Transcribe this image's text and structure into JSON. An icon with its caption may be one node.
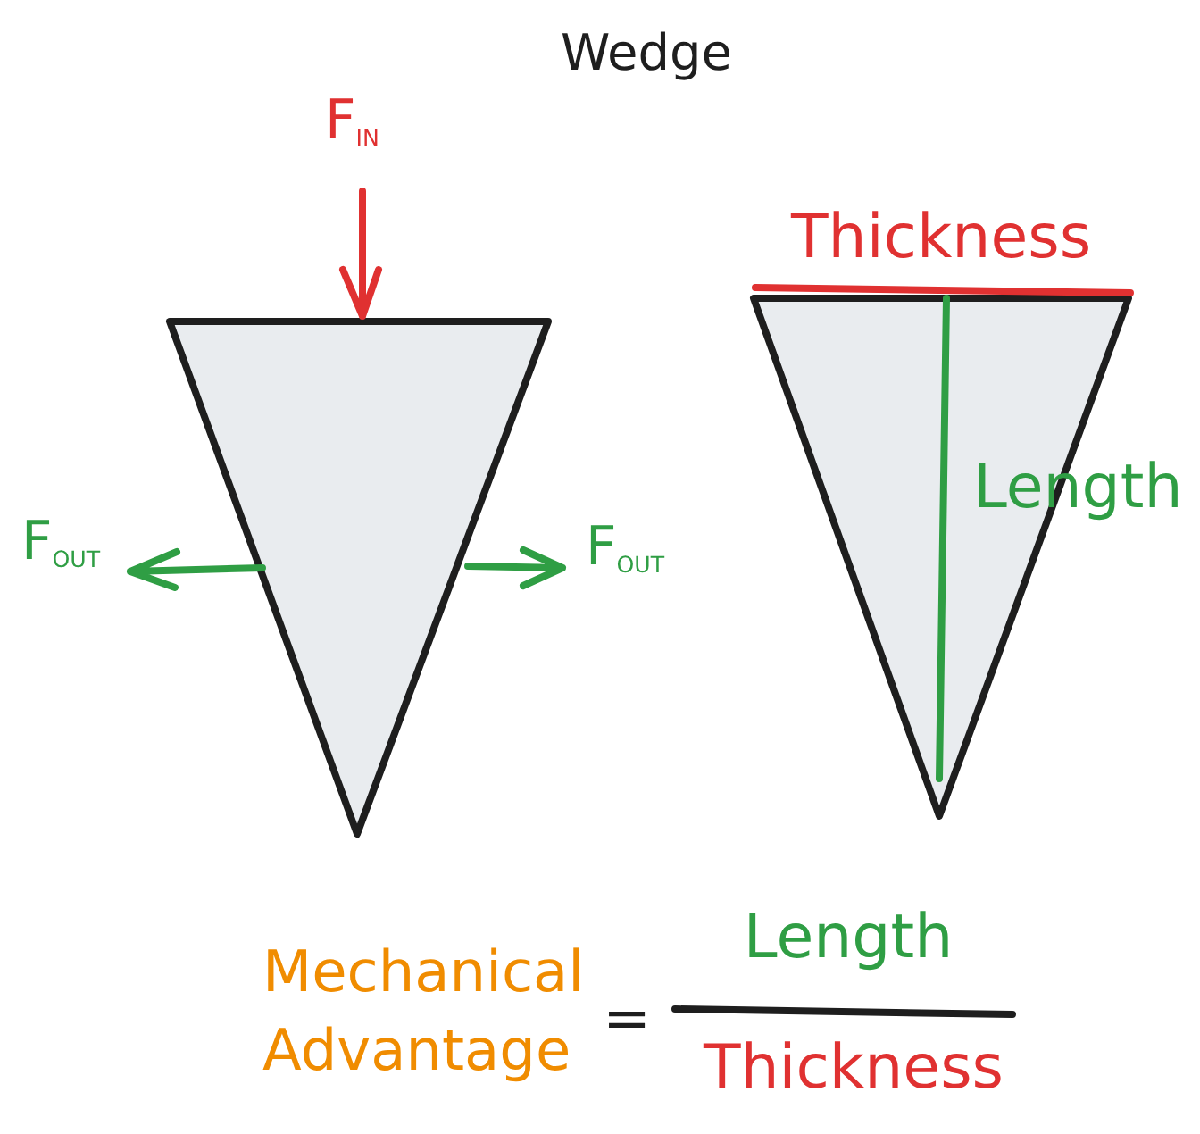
{
  "diagram": {
    "title": "Wedge",
    "labels": [
      "F$_{IN}$",
      "Thickness",
      "Length",
      "F$_{OUT}$",
      "F$_{OUT}$",
      "Mechanical Advantage",
      "=",
      "Length",
      "Thickness"
    ]
  }
}
